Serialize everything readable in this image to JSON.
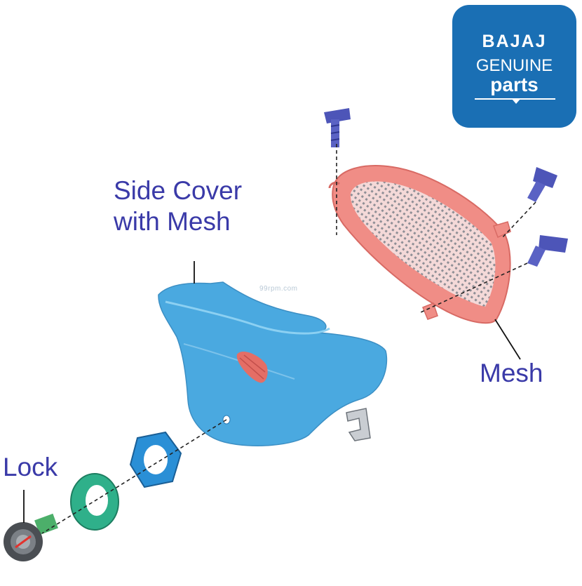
{
  "labels": {
    "side_cover": [
      "Side Cover",
      "with Mesh"
    ],
    "mesh": "Mesh",
    "lock": "Lock"
  },
  "watermark": "99rpm.com",
  "logo": {
    "brand": "BAJAJ",
    "line1": "GENUINE",
    "line2": "parts",
    "bg_color": "#1a6fb4"
  },
  "colors": {
    "label_text": "#3a3aa8",
    "side_cover": "#4aa9e0",
    "mesh_frame": "#ef7f78",
    "lock_ring": "#2fb08a",
    "nut": "#2a8fd6",
    "screw": "#4d55b8"
  },
  "parts": [
    "side-cover",
    "mesh",
    "mesh-screws",
    "lock-cylinder",
    "lock-ring",
    "hex-nut",
    "retaining-clip"
  ]
}
